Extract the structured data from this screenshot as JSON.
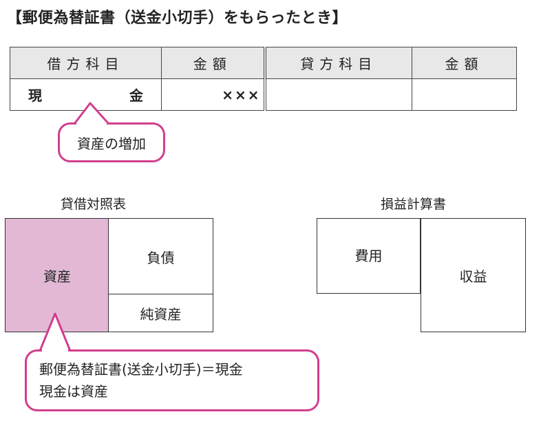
{
  "title": "【郵便為替証書（送金小切手）をもらったとき】",
  "journal": {
    "headers": [
      "借方科目",
      "金額",
      "貸方科目",
      "金額"
    ],
    "row": {
      "debit_account_left": "現",
      "debit_account_right": "金",
      "debit_amount": "×××",
      "credit_account": "",
      "credit_amount": ""
    }
  },
  "callout_top": "資産の増加",
  "balance_sheet": {
    "title": "貸借対照表",
    "asset": "資産",
    "liability": "負債",
    "net_assets": "純資産"
  },
  "income_statement": {
    "title": "損益計算書",
    "expense": "費用",
    "revenue": "収益"
  },
  "callout_bottom": {
    "line1": "郵便為替証書(送金小切手)＝現金",
    "line2": "現金は資産"
  },
  "colors": {
    "accent": "#d23d8d",
    "asset_fill": "#e2b8d5",
    "header_fill": "#e8e8e8"
  }
}
